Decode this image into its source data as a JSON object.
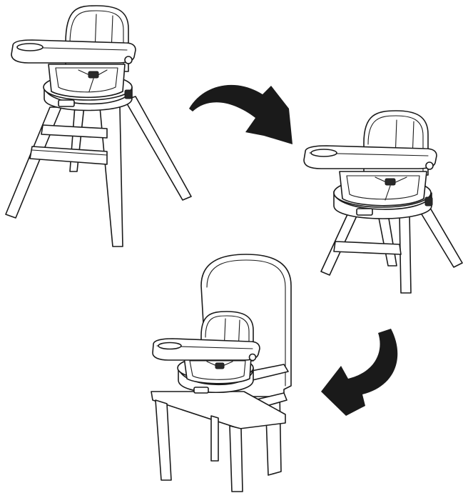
{
  "figure": {
    "stages": [
      {
        "id": "high-chair",
        "icon": "high-chair-icon"
      },
      {
        "id": "low-chair",
        "icon": "low-chair-icon"
      },
      {
        "id": "booster-seat",
        "icon": "booster-seat-icon"
      }
    ],
    "arrows": [
      {
        "id": "arrow-1",
        "icon": "curved-arrow-right-icon",
        "from": "high-chair",
        "to": "low-chair"
      },
      {
        "id": "arrow-2",
        "icon": "curved-arrow-left-icon",
        "from": "low-chair",
        "to": "booster-seat"
      }
    ],
    "colors": {
      "stroke": "#1a1a1a",
      "background": "#ffffff",
      "arrow": "#1a1a1a"
    }
  }
}
